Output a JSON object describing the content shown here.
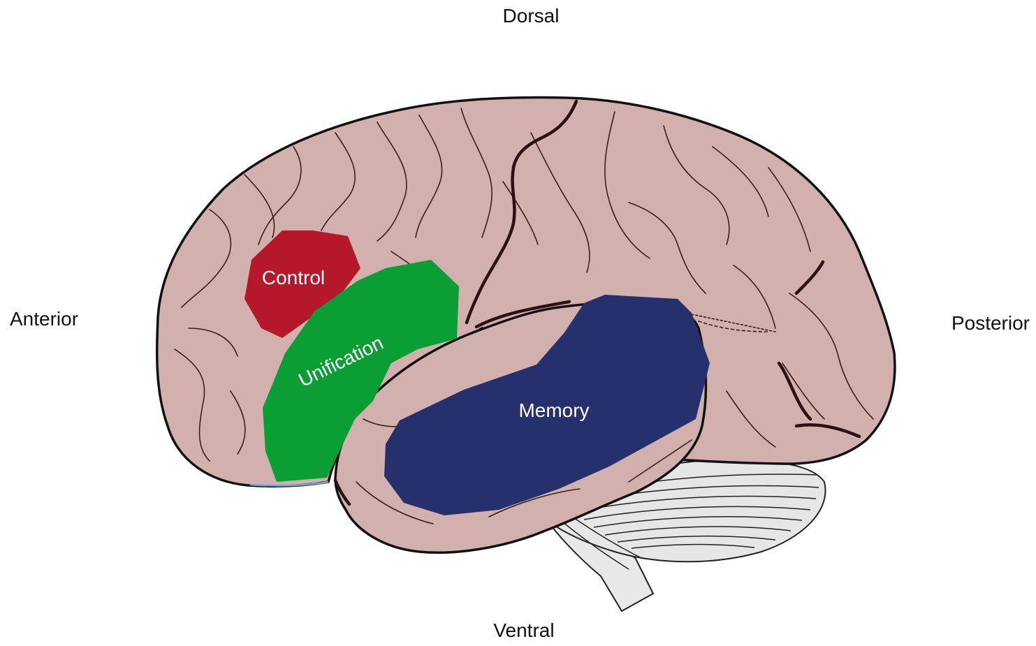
{
  "orientation": {
    "dorsal": "Dorsal",
    "ventral": "Ventral",
    "anterior": "Anterior",
    "posterior": "Posterior"
  },
  "regions": [
    {
      "id": "control",
      "label": "Control",
      "color": "#b5182a"
    },
    {
      "id": "unification",
      "label": "Unification",
      "color": "#0b9e35"
    },
    {
      "id": "memory",
      "label": "Memory",
      "color": "#26306c"
    }
  ],
  "colors": {
    "brain": "#d1b0ae",
    "brain_outline": "#111111",
    "cerebellum": "#e6e6e6",
    "brainstem": "#e8e8e8"
  }
}
